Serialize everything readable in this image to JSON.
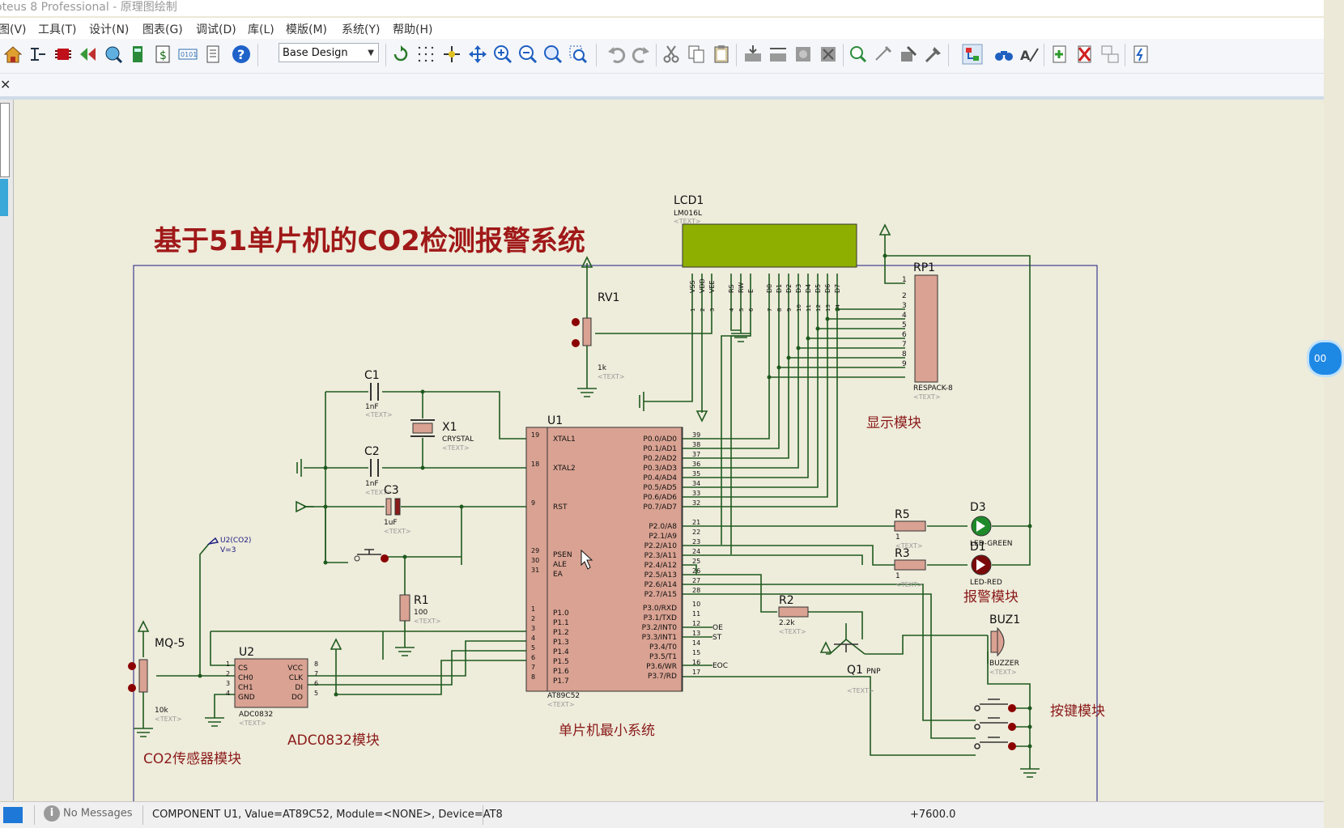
{
  "window": {
    "title": "oteus 8 Professional - 原理图绘制"
  },
  "menu": [
    "图(V)",
    "工具(T)",
    "设计(N)",
    "图表(G)",
    "调试(D)",
    "库(L)",
    "模版(M)",
    "系统(Y)",
    "帮助(H)"
  ],
  "toolbar": {
    "design_select": "Base Design"
  },
  "schematic": {
    "title": "基于51单片机的CO2检测报警系统",
    "modules": {
      "display": "显示模块",
      "alarm": "报警模块",
      "keys": "按键模块",
      "mcu": "单片机最小系统",
      "adc": "ADC0832模块",
      "sensor": "CO2传感器模块"
    },
    "text_placeholder": "<TEXT>",
    "lcd": {
      "ref": "LCD1",
      "model": "LM016L",
      "pins": [
        "VSS",
        "VDD",
        "VEE",
        "RS",
        "RW",
        "E",
        "D0",
        "D1",
        "D2",
        "D3",
        "D4",
        "D5",
        "D6",
        "D7"
      ]
    },
    "rp1": {
      "ref": "RP1",
      "model": "RESPACK-8",
      "pins": [
        "1",
        "2",
        "3",
        "4",
        "5",
        "6",
        "7",
        "8",
        "9"
      ]
    },
    "rv1": {
      "ref": "RV1",
      "value": "1k"
    },
    "c1": {
      "ref": "C1",
      "value": "1nF"
    },
    "c2": {
      "ref": "C2",
      "value": "1nF"
    },
    "c3": {
      "ref": "C3",
      "value": "1uF"
    },
    "x1": {
      "ref": "X1",
      "value": "CRYSTAL"
    },
    "r1": {
      "ref": "R1",
      "value": "100"
    },
    "r2": {
      "ref": "R2",
      "value": "2.2k"
    },
    "r3": {
      "ref": "R3",
      "value": "1"
    },
    "r5": {
      "ref": "R5",
      "value": "1"
    },
    "d3": {
      "ref": "D3",
      "value": "LED-GREEN"
    },
    "d1": {
      "ref": "D1",
      "value": "LED-RED"
    },
    "q1": {
      "ref": "Q1",
      "value": "PNP"
    },
    "buz1": {
      "ref": "BUZ1",
      "value": "BUZZER"
    },
    "mq5": {
      "ref": "MQ-5",
      "value": "10k"
    },
    "probe": {
      "name": "U2(CO2)",
      "reading": "V=3"
    },
    "u2": {
      "ref": "U2",
      "model": "ADC0832",
      "left_pins": [
        "CS",
        "CH0",
        "CH1",
        "GND"
      ],
      "right_pins": [
        "VCC",
        "CLK",
        "DI",
        "DO"
      ],
      "left_nums": [
        "1",
        "2",
        "3",
        "4"
      ],
      "right_nums": [
        "8",
        "7",
        "6",
        "5"
      ]
    },
    "u1": {
      "ref": "U1",
      "model": "AT89C52",
      "left_pins": [
        {
          "num": "19",
          "name": "XTAL1"
        },
        {
          "num": "18",
          "name": "XTAL2"
        },
        {
          "num": "9",
          "name": "RST"
        },
        {
          "num": "29",
          "name": "PSEN"
        },
        {
          "num": "30",
          "name": "ALE"
        },
        {
          "num": "31",
          "name": "EA"
        },
        {
          "num": "1",
          "name": "P1.0"
        },
        {
          "num": "2",
          "name": "P1.1"
        },
        {
          "num": "3",
          "name": "P1.2"
        },
        {
          "num": "4",
          "name": "P1.3"
        },
        {
          "num": "5",
          "name": "P1.4"
        },
        {
          "num": "6",
          "name": "P1.5"
        },
        {
          "num": "7",
          "name": "P1.6"
        },
        {
          "num": "8",
          "name": "P1.7"
        }
      ],
      "right_pins": [
        {
          "num": "39",
          "name": "P0.0/AD0"
        },
        {
          "num": "38",
          "name": "P0.1/AD1"
        },
        {
          "num": "37",
          "name": "P0.2/AD2"
        },
        {
          "num": "36",
          "name": "P0.3/AD3"
        },
        {
          "num": "35",
          "name": "P0.4/AD4"
        },
        {
          "num": "34",
          "name": "P0.5/AD5"
        },
        {
          "num": "33",
          "name": "P0.6/AD6"
        },
        {
          "num": "32",
          "name": "P0.7/AD7"
        },
        {
          "num": "21",
          "name": "P2.0/A8"
        },
        {
          "num": "22",
          "name": "P2.1/A9"
        },
        {
          "num": "23",
          "name": "P2.2/A10"
        },
        {
          "num": "24",
          "name": "P2.3/A11"
        },
        {
          "num": "25",
          "name": "P2.4/A12"
        },
        {
          "num": "26",
          "name": "P2.5/A13"
        },
        {
          "num": "27",
          "name": "P2.6/A14"
        },
        {
          "num": "28",
          "name": "P2.7/A15"
        },
        {
          "num": "10",
          "name": "P3.0/RXD"
        },
        {
          "num": "11",
          "name": "P3.1/TXD"
        },
        {
          "num": "12",
          "name": "P3.2/INT0"
        },
        {
          "num": "13",
          "name": "P3.3/INT1"
        },
        {
          "num": "14",
          "name": "P3.4/T0"
        },
        {
          "num": "15",
          "name": "P3.5/T1"
        },
        {
          "num": "16",
          "name": "P3.6/WR"
        },
        {
          "num": "17",
          "name": "P3.7/RD"
        }
      ]
    },
    "net_labels": {
      "oe": "OE",
      "st": "ST",
      "eoc": "EOC"
    }
  },
  "status": {
    "messages": "No Messages",
    "info": "COMPONENT U1, Value=AT89C52, Module=<NONE>, Device=AT8",
    "coord": "+7600.0"
  },
  "side_badge": "00",
  "colors": {
    "wire": "#1f5a1f",
    "component_red": "#8b0000",
    "chip_fill": "#d9a292",
    "lcd_fill": "#8faf00",
    "module_label": "#8b1a1a",
    "canvas": "#eeecdb"
  }
}
